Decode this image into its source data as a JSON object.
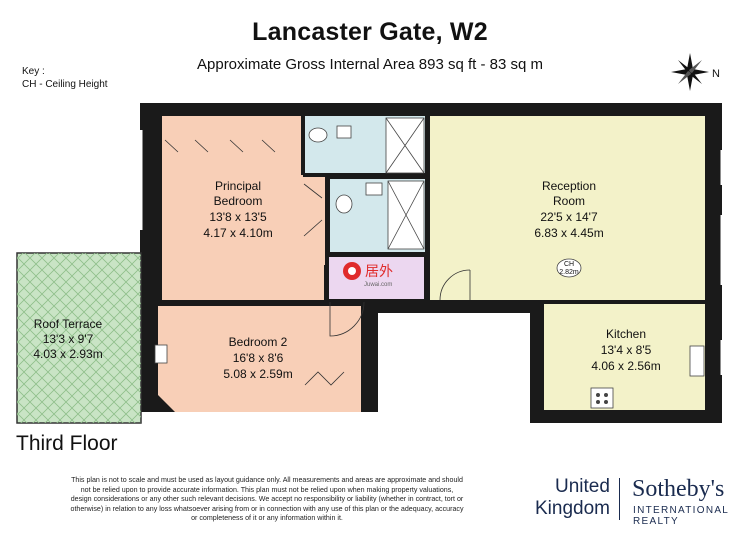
{
  "header": {
    "title": "Lancaster Gate, W2",
    "subtitle": "Approximate Gross Internal Area 893 sq ft - 83 sq m"
  },
  "key": {
    "title": "Key :",
    "item": "CH - Ceiling Height"
  },
  "compass": {
    "label": "N",
    "icon": "compass-rose-icon"
  },
  "rooms": {
    "principal_bedroom": {
      "name_line1": "Principal",
      "name_line2": "Bedroom",
      "imperial": "13'8 x 13'5",
      "metric": "4.17 x 4.10m",
      "color": "#f8cfb7"
    },
    "reception": {
      "name_line1": "Reception",
      "name_line2": "Room",
      "imperial": "22'5 x 14'7",
      "metric": "6.83 x 4.45m",
      "color": "#f3f2c9",
      "ceiling_label": "CH",
      "ceiling_value": "2.82m"
    },
    "kitchen": {
      "name": "Kitchen",
      "imperial": "13'4 x 8'5",
      "metric": "4.06 x 2.56m",
      "color": "#f3f2c9"
    },
    "bedroom2": {
      "name": "Bedroom 2",
      "imperial": "16'8 x 8'6",
      "metric": "5.08 x 2.59m",
      "color": "#f8cfb7"
    },
    "roof_terrace": {
      "name": "Roof Terrace",
      "imperial": "13'3 x 9'7",
      "metric": "4.03 x 2.93m",
      "color": "#c9e4c5"
    },
    "bathroom_color": "#d3e8ec",
    "hall_color": "#ecd7f0"
  },
  "watermark": {
    "text": "居外",
    "sub": "Juwai.com"
  },
  "floor_label": "Third Floor",
  "disclaimer": [
    "This plan is not to scale and must be used as layout guidance only. All measurements and areas are approximate and should",
    "not be relied upon to provide accurate information. This plan must not be relied upon when making property valuations,",
    "design considerations or any other such relevant decisions. We accept no responsibility or liability (whether in contract, tort or",
    "otherwise) in relation to any loss whatsoever arising from or in connection with any use of this plan or the adequacy, accuracy",
    "or completeness of it or any information within it."
  ],
  "brand": {
    "line1": "United",
    "line2": "Kingdom",
    "name": "Sotheby's",
    "sub": "INTERNATIONAL REALTY",
    "color": "#1a2b4f"
  }
}
